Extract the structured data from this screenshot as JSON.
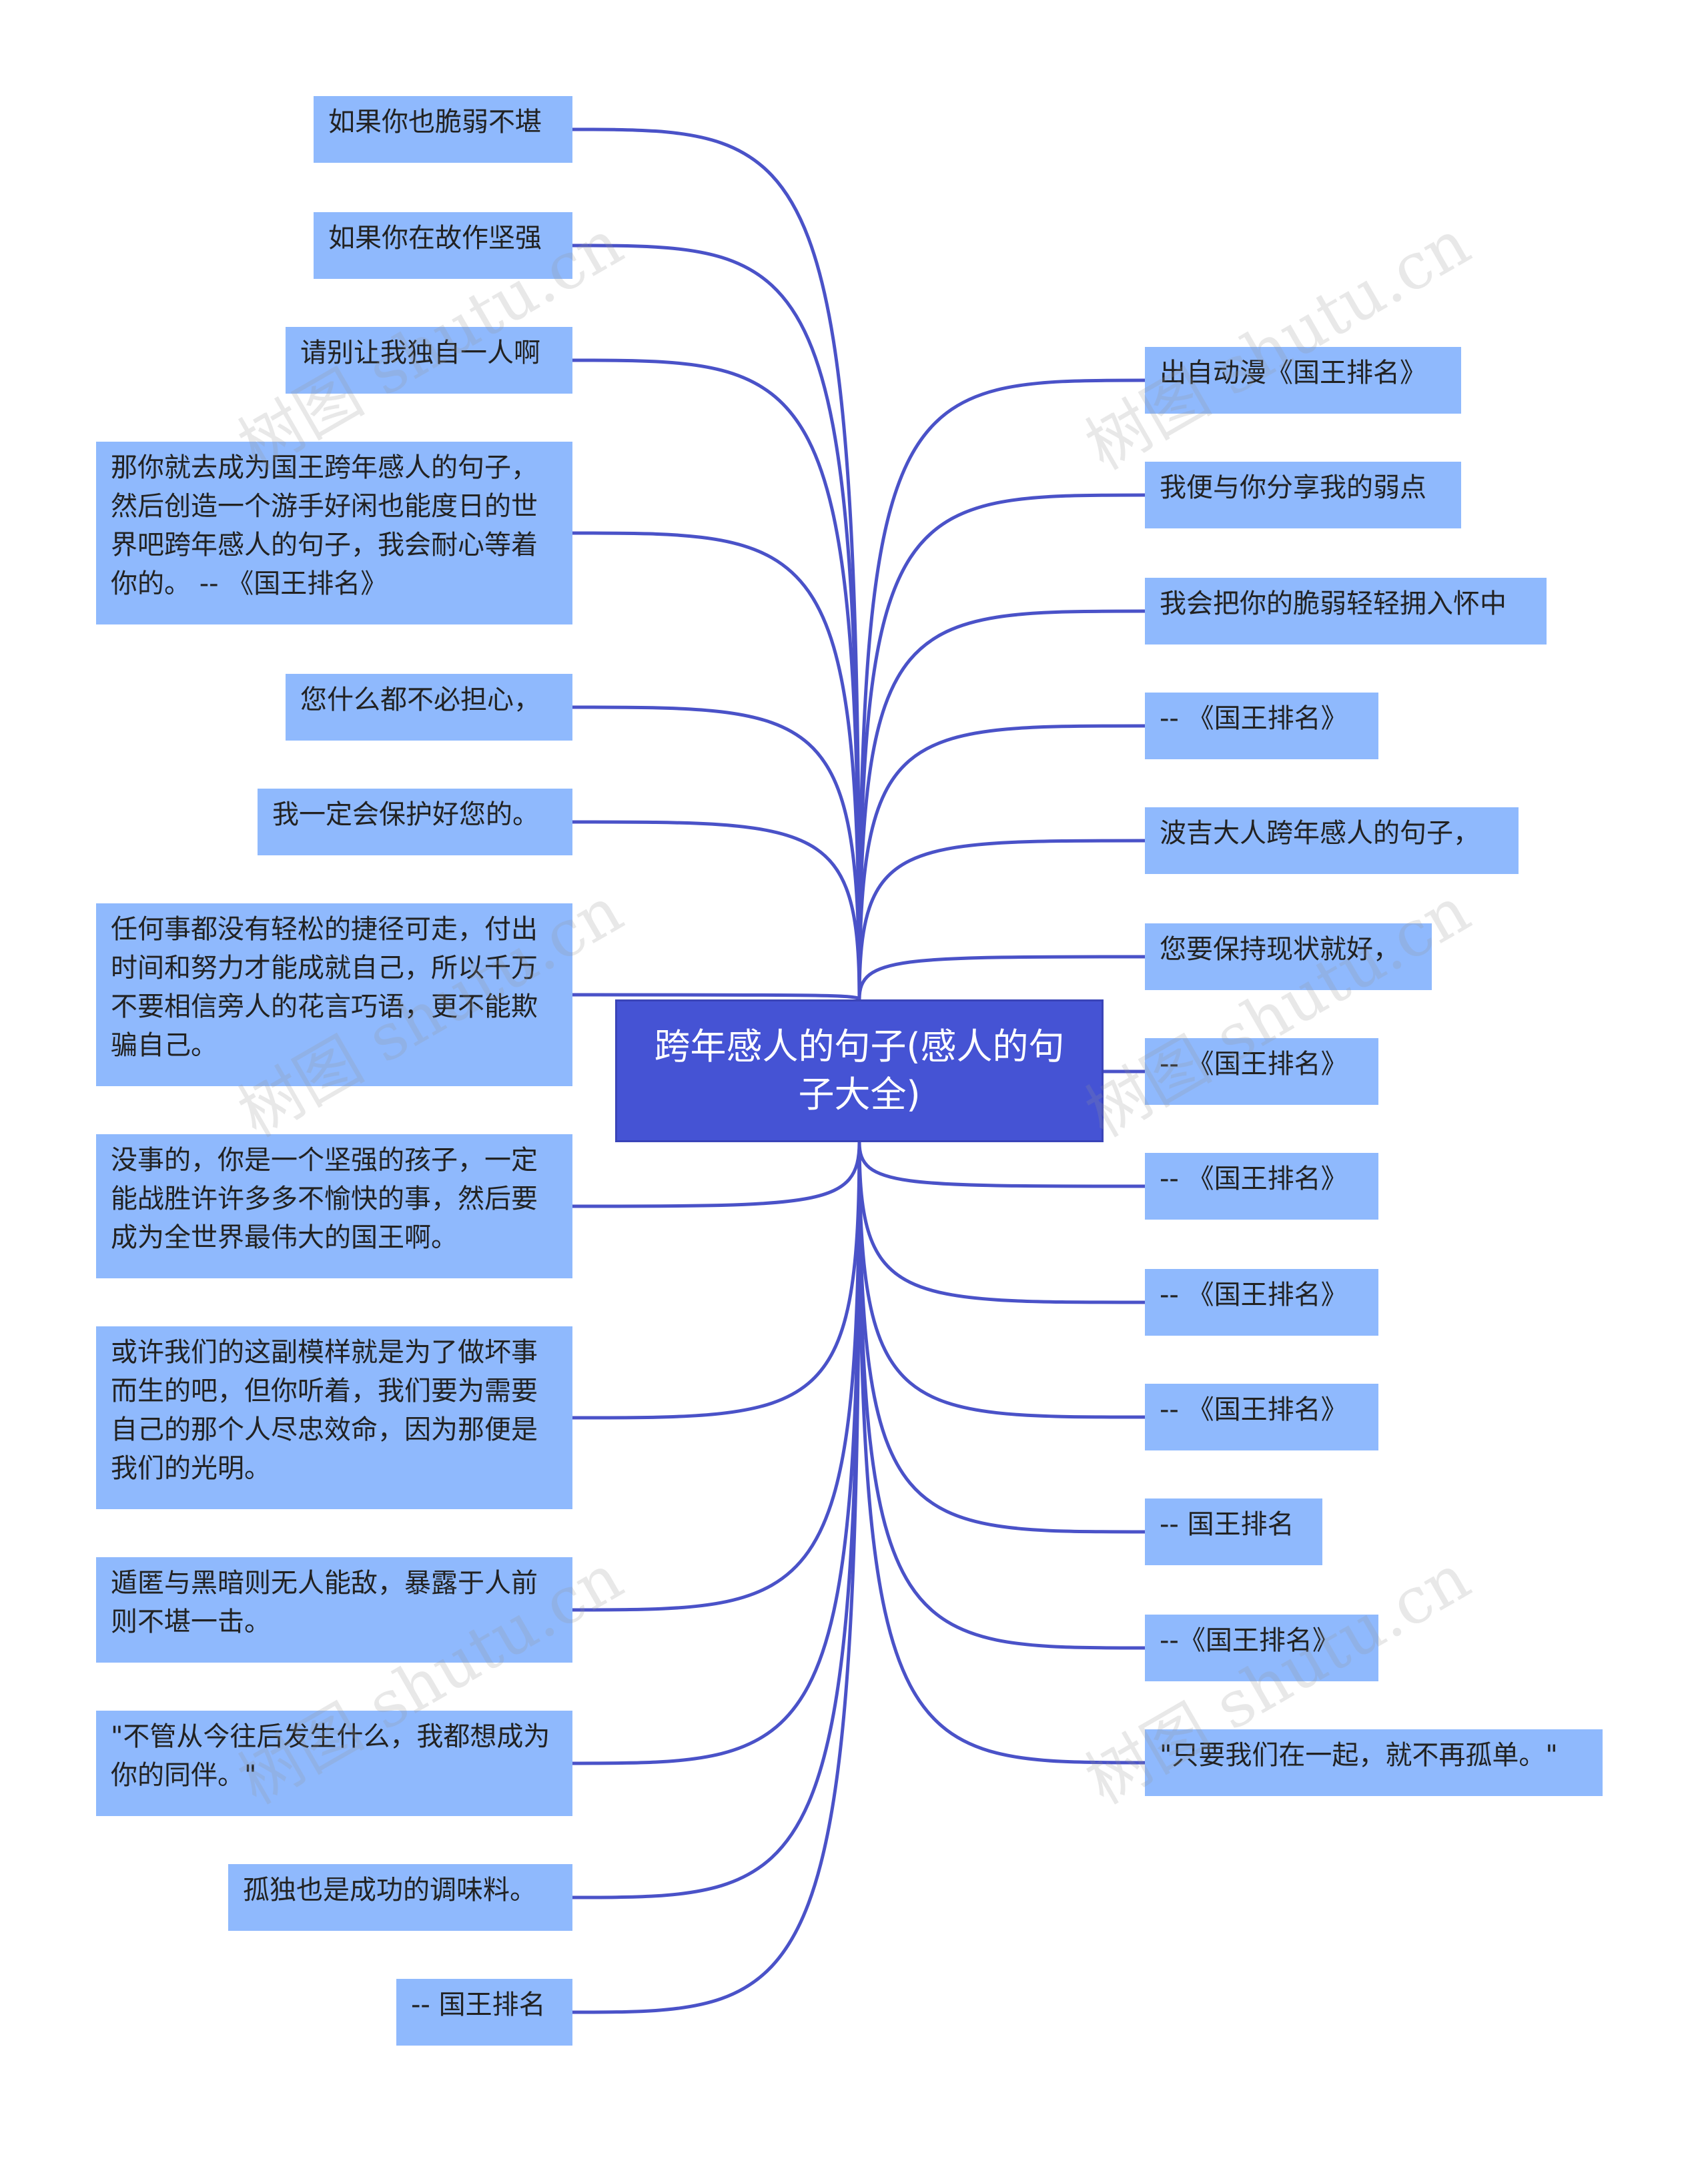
{
  "center": {
    "label": "跨年感人的句子(感人的句子大全)"
  },
  "left_nodes": [
    "如果你也脆弱不堪",
    "如果你在故作坚强",
    "请别让我独自一人啊",
    "那你就去成为国王跨年感人的句子，然后创造一个游手好闲也能度日的世界吧跨年感人的句子，我会耐心等着你的。 -- 《国王排名》",
    "您什么都不必担心，",
    "我一定会保护好您的。",
    "任何事都没有轻松的捷径可走，付出时间和努力才能成就自己，所以千万不要相信旁人的花言巧语，更不能欺骗自己。",
    "没事的，你是一个坚强的孩子，一定能战胜许许多多不愉快的事，然后要成为全世界最伟大的国王啊。",
    "或许我们的这副模样就是为了做坏事而生的吧，但你听着，我们要为需要自己的那个人尽忠效命，因为那便是我们的光明。",
    "遁匿与黑暗则无人能敌，暴露于人前则不堪一击。",
    "\"不管从今往后发生什么，我都想成为你的同伴。\"",
    "孤独也是成功的调味料。",
    "-- 国王排名"
  ],
  "right_nodes": [
    "出自动漫《国王排名》",
    "我便与你分享我的弱点",
    "我会把你的脆弱轻轻拥入怀中",
    "-- 《国王排名》",
    "波吉大人跨年感人的句子，",
    "您要保持现状就好，",
    "-- 《国王排名》",
    "-- 《国王排名》",
    "-- 《国王排名》",
    "-- 《国王排名》",
    "-- 国王排名",
    "--《国王排名》",
    "\"只要我们在一起，就不再孤单。\""
  ],
  "watermark": "树图 shutu.cn",
  "colors": {
    "edge": "#4a52c8",
    "node_bg": "#8fb9fd",
    "center_bg": "#4553d4"
  }
}
